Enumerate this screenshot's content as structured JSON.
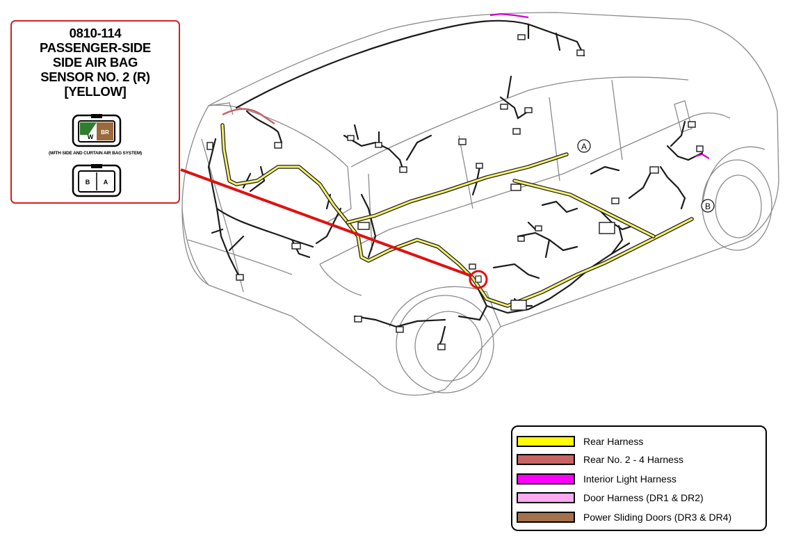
{
  "callout": {
    "title_lines": [
      "0810-114",
      "PASSENGER-SIDE",
      "SIDE AIR BAG",
      "SENSOR NO. 2 (R)",
      "[YELLOW]"
    ],
    "connector1_pins": [
      "W",
      "BR"
    ],
    "connector_note": "(WITH SIDE AND CURTAIN AIR BAG SYSTEM)",
    "connector2_pins": [
      "B",
      "A"
    ]
  },
  "markers": [
    "A",
    "B"
  ],
  "legend": {
    "items": [
      {
        "label": "Rear Harness",
        "color": "#ffff00"
      },
      {
        "label": "Rear No. 2 - 4 Harness",
        "color": "#c86464"
      },
      {
        "label": "Interior Light Harness",
        "color": "#ff00ff"
      },
      {
        "label": "Door Harness (DR1 & DR2)",
        "color": "#ffaaf0"
      },
      {
        "label": "Power Sliding Doors (DR3 & DR4)",
        "color": "#a5714a"
      }
    ]
  },
  "colors": {
    "callout_border": "#d42020",
    "highlight": "#e01010",
    "harness_yellow": "#f5f06a",
    "wire_dark": "#1a1a1a",
    "vehicle_outline": "#8a8a8a",
    "connector_green": "#2f7d2f",
    "connector_brown": "#9a6a3a"
  }
}
